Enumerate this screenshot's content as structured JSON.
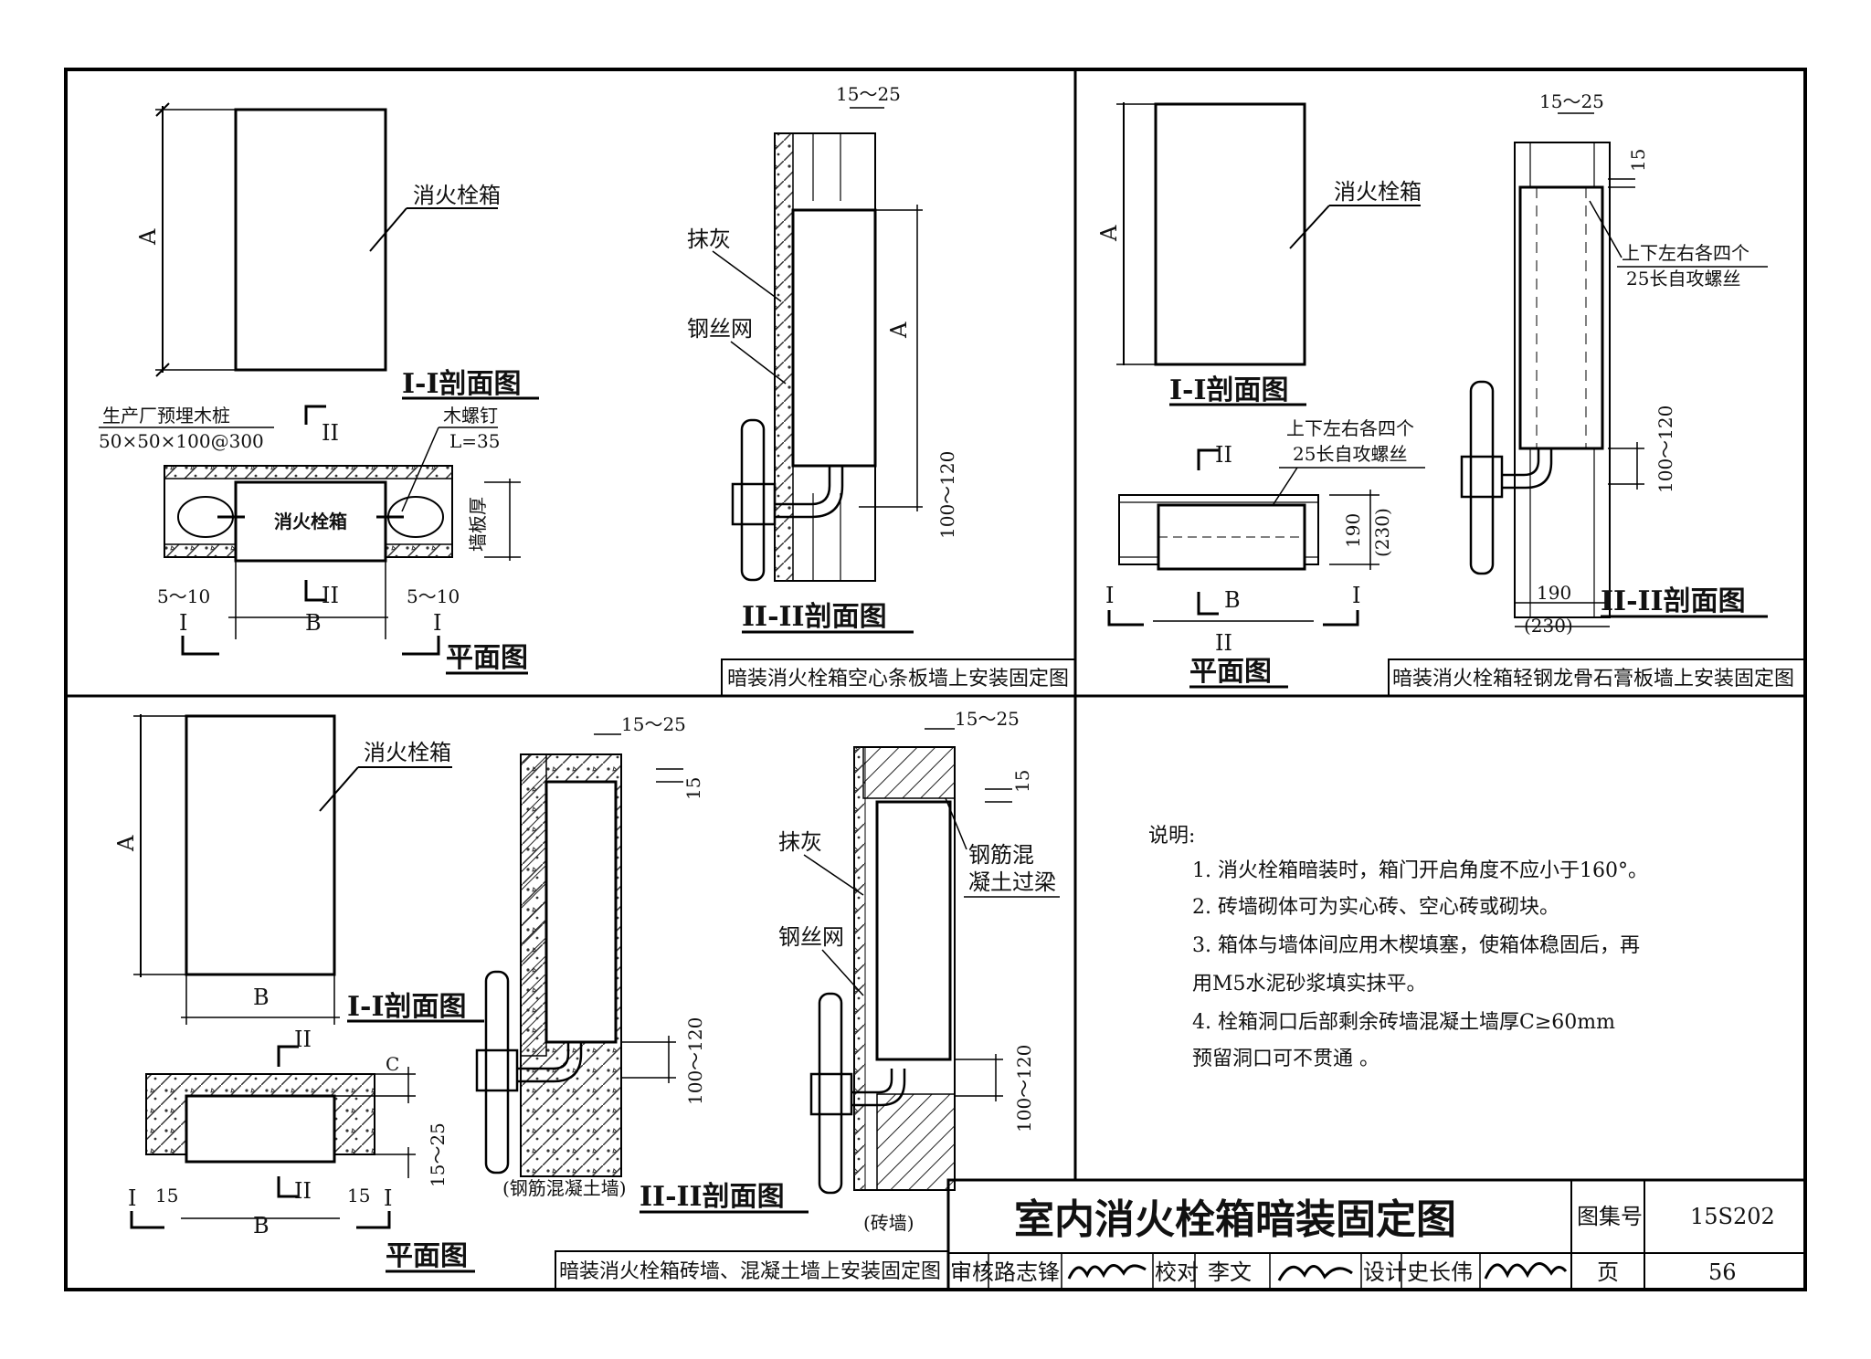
{
  "panels": {
    "top_left": {
      "box_label": "消火栓箱",
      "dim_a": "A",
      "dim_b": "B",
      "section_1_title": "I-I剖面图",
      "section_2_title": "II-II剖面图",
      "plan_title": "平面图",
      "plan_box_label": "消火栓箱",
      "embed_label_1": "生产厂预埋木桩",
      "embed_label_2": "50×50×100@300",
      "screw_label_1": "木螺钉",
      "screw_label_2": "L=35",
      "wall_thk": "墙板厚",
      "gap_left": "5～10",
      "gap_right": "5～10",
      "mark_I": "I",
      "mark_II": "II",
      "plaster": "抹灰",
      "mesh": "钢丝网",
      "dim_15_25": "15～25",
      "dim_100_120": "100～120",
      "caption": "暗装消火栓箱空心条板墙上安装固定图"
    },
    "top_right": {
      "box_label": "消火栓箱",
      "dim_a": "A",
      "dim_b": "B",
      "section_1_title": "I-I剖面图",
      "section_2_title": "II-II剖面图",
      "plan_title": "平面图",
      "screw_note_1": "上下左右各四个",
      "screw_note_2": "25长自攻螺丝",
      "dim_15_25": "15～25",
      "dim_15": "15",
      "dim_100_120": "100～120",
      "dim_190": "190",
      "dim_230": "(230)",
      "mark_I": "I",
      "mark_II": "II",
      "caption": "暗装消火栓箱轻钢龙骨石膏板墙上安装固定图"
    },
    "bottom_left": {
      "box_label": "消火栓箱",
      "dim_a": "A",
      "dim_b": "B",
      "dim_c": "C",
      "section_1_title": "I-I剖面图",
      "section_2_title": "II-II剖面图",
      "plan_title": "平面图",
      "dim_15_25": "15～25",
      "dim_15": "15",
      "dim_100_120": "100～120",
      "plan_gap": "15～25",
      "plan_15_left": "15",
      "plan_15_right": "15",
      "plaster": "抹灰",
      "mesh": "钢丝网",
      "lintel_1": "钢筋混",
      "lintel_2": "凝土过梁",
      "rc_wall": "(钢筋混凝土墙)",
      "brick_wall": "(砖墙)",
      "mark_I": "I",
      "mark_II": "II",
      "caption": "暗装消火栓箱砖墙、混凝土墙上安装固定图"
    }
  },
  "notes": {
    "heading": "说明:",
    "items": [
      "1.  消火栓箱暗装时，箱门开启角度不应小于160°。",
      "2.  砖墙砌体可为实心砖、空心砖或砌块。",
      "3.  箱体与墙体间应用木楔填塞，使箱体稳固后，再",
      "     用M5水泥砂浆填实抹平。",
      "4.  栓箱洞口后部剩余砖墙混凝土墙厚C≥60mm",
      "     预留洞口可不贯通 。"
    ]
  },
  "title_block": {
    "title": "室内消火栓箱暗装固定图",
    "atlas_label": "图集号",
    "atlas_no": "15S202",
    "review_label": "审核",
    "reviewer": "路志锋",
    "check_label": "校对",
    "checker": "李文",
    "design_label": "设计",
    "designer": "史长伟",
    "page_label": "页",
    "page_no": "56"
  }
}
